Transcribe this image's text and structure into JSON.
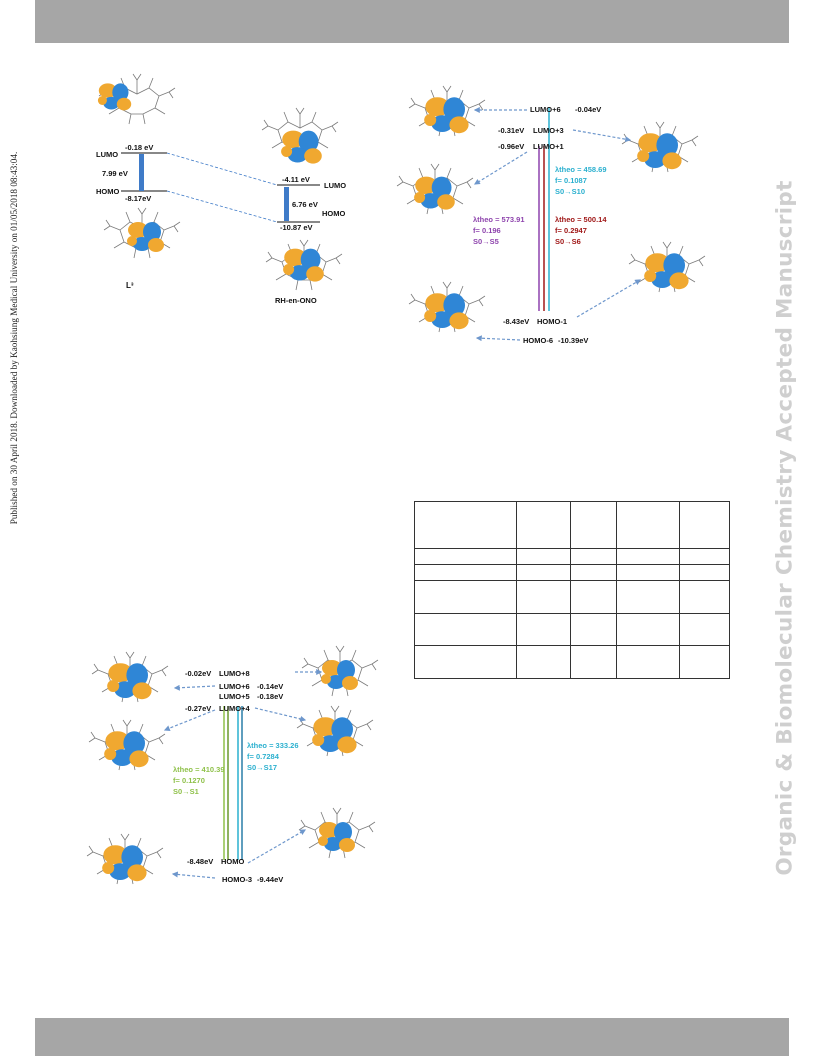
{
  "side_note": "Published on 30 April 2018. Downloaded by Kaohsiung Medical University on 01/05/2018 08:43:04.",
  "watermark": "Organic & Biomolecular Chemistry Accepted Manuscript",
  "fig_a": {
    "left": {
      "lumo_label": "LUMO",
      "lumo_energy": "-0.18 eV",
      "gap": "7.99 eV",
      "homo_label": "HOMO",
      "homo_energy": "-8.17eV",
      "compound": "L³"
    },
    "right": {
      "lumo_energy": "-4.11 eV",
      "lumo_label": "LUMO",
      "gap": "6.76 eV",
      "homo_label": "HOMO",
      "homo_energy": "-10.87 eV",
      "compound": "RH-en-ONO"
    }
  },
  "fig_b": {
    "lumo6": "LUMO+6",
    "lumo6_e": "-0.04eV",
    "lumo3_e": "-0.31eV",
    "lumo3": "LUMO+3",
    "lumo1_e": "-0.96eV",
    "lumo1": "LUMO+1",
    "t1": {
      "lambda": "λtheo = 458.69",
      "f": "f= 0.1087",
      "trans": "S0→S10"
    },
    "t2": {
      "lambda": "λtheo = 573.91",
      "f": "f= 0.196",
      "trans": "S0→S5"
    },
    "t3": {
      "lambda": "λtheo = 500.14",
      "f": "f= 0.2947",
      "trans": "S0→S6"
    },
    "homo1_e": "-8.43eV",
    "homo1": "HOMO-1",
    "homo6": "HOMO-6",
    "homo6_e": "-10.39eV"
  },
  "fig_c": {
    "lumo8_e": "-0.02eV",
    "lumo8": "LUMO+8",
    "lumo6": "LUMO+6",
    "lumo6_e": "-0.14eV",
    "lumo5": "LUMO+5",
    "lumo5_e": "-0.18eV",
    "lumo4_e": "-0.27eV",
    "lumo4": "LUMO+4",
    "t1": {
      "lambda": "λtheo = 410.39",
      "f": "f= 0.1270",
      "trans": "S0→S1"
    },
    "t2": {
      "lambda": "λtheo = 333.26",
      "f": "f= 0.7284",
      "trans": "S0→S17"
    },
    "homo_e": "-8.48eV",
    "homo": "HOMO",
    "homo3": "HOMO-3",
    "homo3_e": "-9.44eV"
  },
  "colors": {
    "orbital_orange": "#f0a830",
    "orbital_blue": "#2f86d6",
    "arrow_blue": "#6e97cc",
    "cyan": "#2bb0cf",
    "purple": "#8e44ad",
    "darkred": "#a01818",
    "green": "#8fc14a",
    "bar_grey": "#a6a6a6"
  }
}
